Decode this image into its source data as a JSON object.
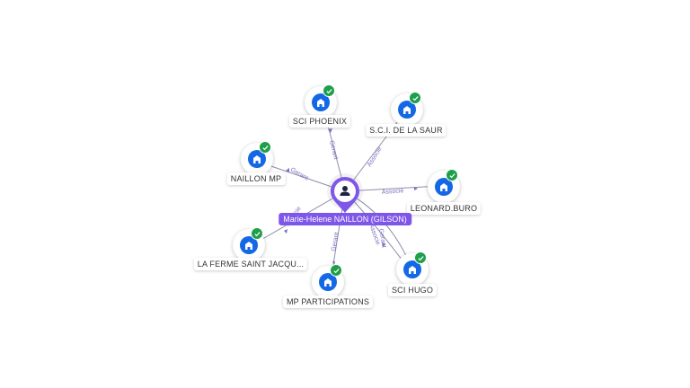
{
  "center": {
    "name": "Marie-Helene NAILLON (GILSON)",
    "icon": "person-icon",
    "color": "#7e57e8"
  },
  "companies": [
    {
      "name": "SCI PHOENIX",
      "relation": "Gerant",
      "icon": "building-icon",
      "status": "verified-check-icon"
    },
    {
      "name": "S.C.I. DE LA SAUR",
      "relation": "Associe",
      "icon": "building-icon",
      "status": "verified-check-icon"
    },
    {
      "name": "NAILLON MP",
      "relation": "Gerant",
      "icon": "building-icon",
      "status": "verified-check-icon"
    },
    {
      "name": "LEONARD.BURO",
      "relation": "Associe",
      "icon": "building-icon",
      "status": "verified-check-icon"
    },
    {
      "name": "LA FERME SAINT JACQU...",
      "relation": "Associe",
      "icon": "building-icon",
      "status": "verified-check-icon"
    },
    {
      "name": "MP PARTICIPATIONS",
      "relation": "Gerant",
      "icon": "building-icon",
      "status": "verified-check-icon"
    },
    {
      "name": "SCI HUGO",
      "relation": "Gerant",
      "icon": "building-icon",
      "status": "verified-check-icon"
    },
    {
      "name": "",
      "relation": "Associe",
      "icon": "",
      "status": ""
    }
  ],
  "colors": {
    "company": "#1468e5",
    "verified": "#1e9f4a",
    "edge": "#8c8fa8",
    "edge_label": "#7a6fc0"
  }
}
